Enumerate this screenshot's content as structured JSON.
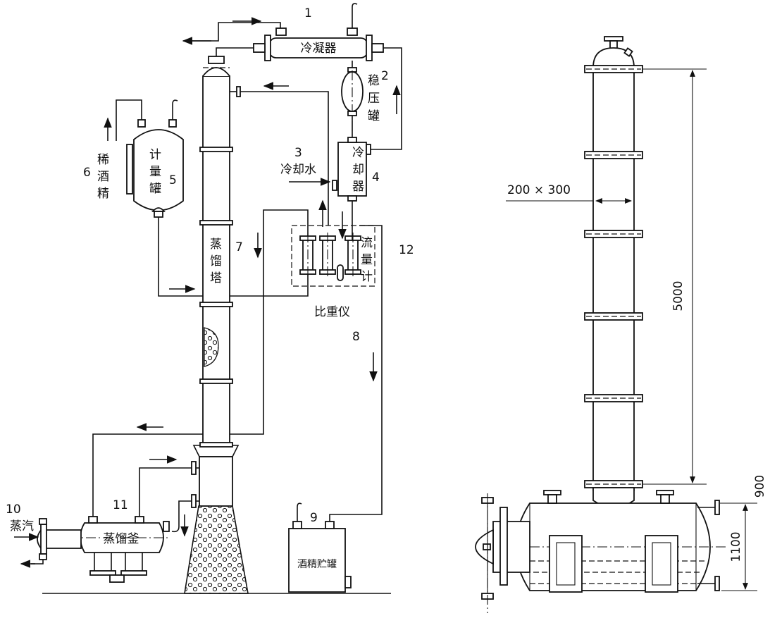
{
  "labels": {
    "condenser": "冷凝器",
    "stabilizer_chars": [
      "稳",
      "压",
      "罐"
    ],
    "cooler_chars": [
      "冷",
      "却",
      "器"
    ],
    "cooling_water": "冷却水",
    "metering_tank_chars": [
      "计",
      "量",
      "罐"
    ],
    "dilute_alcohol_chars": [
      "稀",
      "酒",
      "精"
    ],
    "column_chars": [
      "蒸",
      "馏",
      "塔"
    ],
    "flowmeter_chars": [
      "流",
      "量",
      "计"
    ],
    "hydrometer": "比重仪",
    "reboiler": "蒸馏釜",
    "steam": "蒸汽",
    "storage_tank": "酒精贮罐"
  },
  "numbers": {
    "n1": "1",
    "n2": "2",
    "n3": "3",
    "n4": "4",
    "n5": "5",
    "n6": "6",
    "n7": "7",
    "n8": "8",
    "n9": "9",
    "n10": "10",
    "n11": "11",
    "n12": "12"
  },
  "dimensions": {
    "section": "200 × 300",
    "height": "5000",
    "h1100": "1100",
    "h900": "900"
  }
}
